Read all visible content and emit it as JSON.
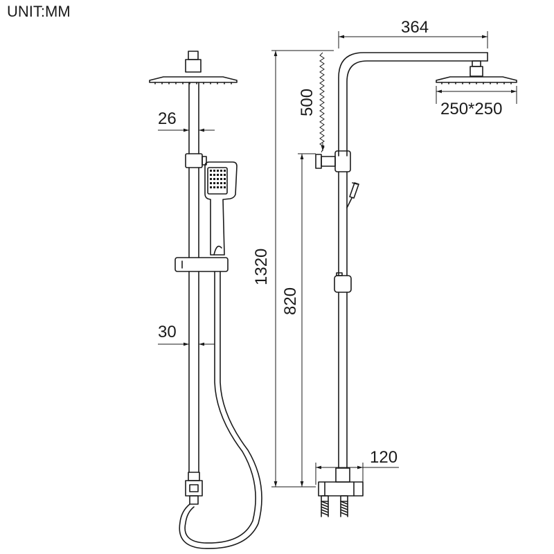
{
  "unit_label": "UNIT:MM",
  "dimensions": {
    "arm_reach": "364",
    "arm_drop": "500",
    "head_size": "250*250",
    "total_height": "1320",
    "slide_height": "820",
    "outlet_spacing": "120",
    "pipe_upper_diameter": "26",
    "pipe_lower_diameter": "30"
  },
  "colors": {
    "line": "#1a1a1a",
    "background": "#ffffff"
  }
}
